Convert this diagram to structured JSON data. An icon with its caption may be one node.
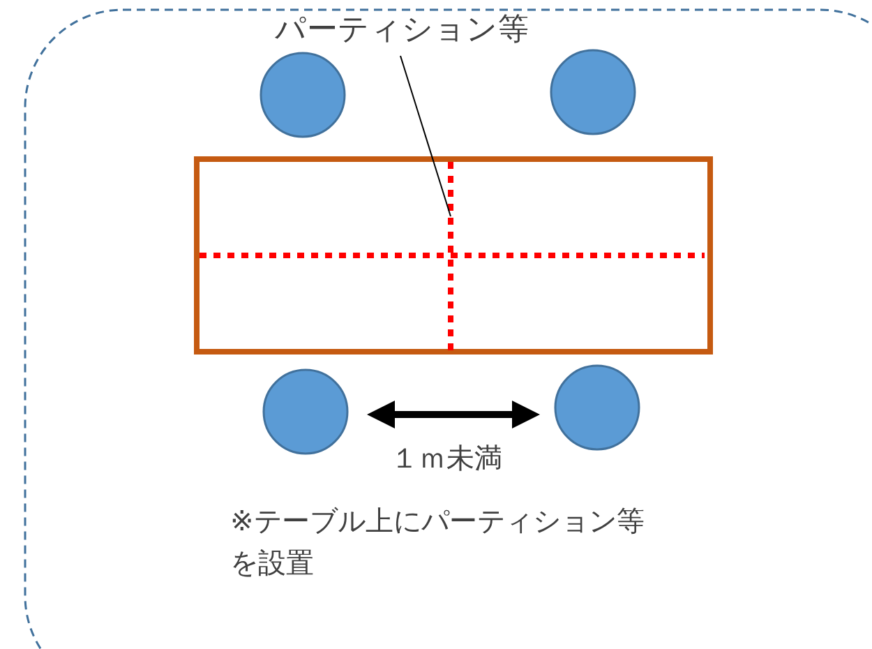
{
  "diagram": {
    "nodes": [
      {
        "text": [
          "パーティション等"
        ]
      },
      {
        "text": [],
        "shape": "line"
      }
    ],
    "edges": [
      {
        "from": 0,
        "to": 1,
        "arrow": "none"
      }
    ],
    "labels": [
      "１ｍ未満",
      "※テーブル上にパーティション等を設置"
    ]
  }
}
